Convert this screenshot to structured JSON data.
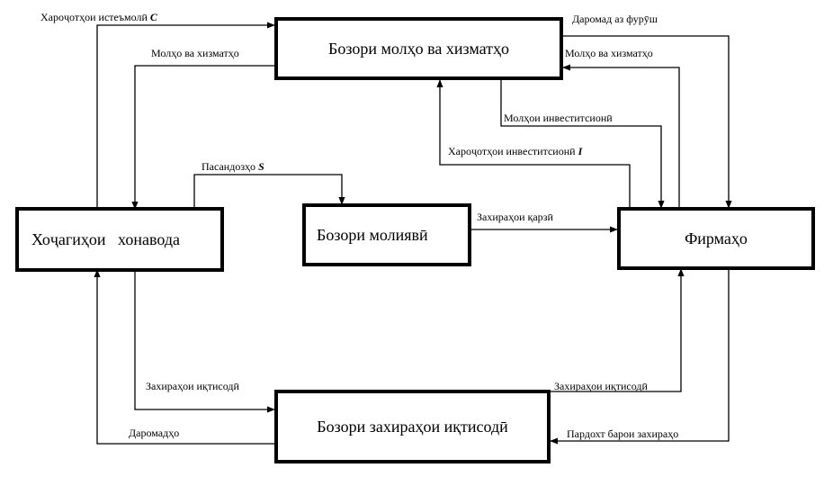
{
  "boxes": {
    "goods_market": "Бозори молҳо ва хизматҳо",
    "households": "Хоҷагиҳои   хонавода",
    "financial_market": "Бозори молиявӣ",
    "firms": "Фирмаҳо",
    "resources_market": "Бозори захираҳои иқтисодӣ"
  },
  "flows": {
    "consumption_spending": "Хароҷотҳои истеъмолӣ",
    "consumption_symbol": "C",
    "goods_to_households": "Молҳо ва хизматҳо",
    "sales_revenue": "Даромад аз фурӯш",
    "goods_from_firms": "Молҳо ва хизматҳо",
    "investment_goods": "Молҳои инвеститсионӣ",
    "investment_spending": "Хароҷотҳои инвеститсионӣ",
    "investment_symbol": "I",
    "savings": "Пасандозҳо",
    "savings_symbol": "S",
    "loan_funds": "Захираҳои қарзӣ",
    "resources_from_households": "Захираҳои иқтисодӣ",
    "resources_to_firms": "Захираҳои иқтисодӣ",
    "incomes": "Даромадҳо",
    "payment_for_resources": "Пардохт барои захираҳо"
  }
}
